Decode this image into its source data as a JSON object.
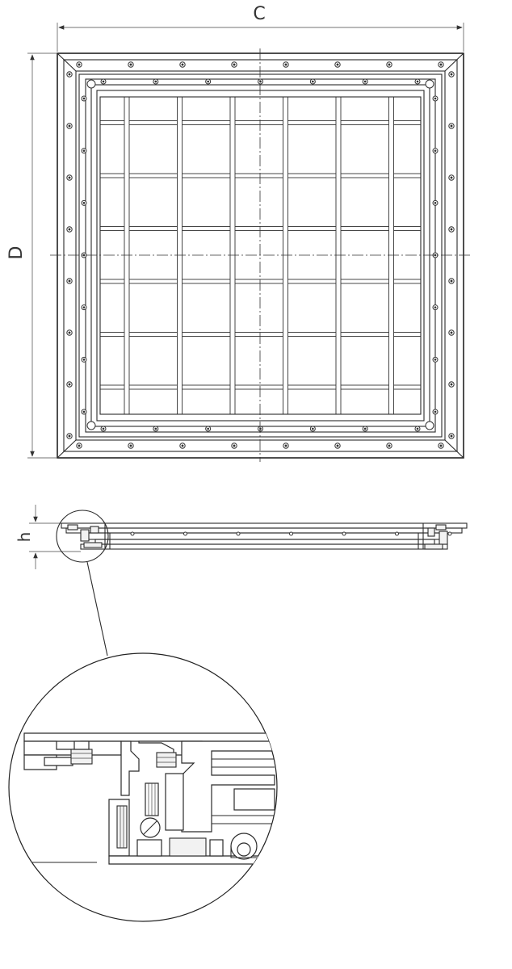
{
  "labels": {
    "width_dim": "C",
    "depth_dim": "D",
    "height_dim": "h"
  },
  "colors": {
    "line": "#2a2a2a",
    "background": "#ffffff"
  },
  "plan_view": {
    "grid_vertical_bars": 6,
    "grid_horizontal_bars": 6,
    "bolts_per_edge_outer": 8,
    "bolts_per_edge_inner": 7
  }
}
